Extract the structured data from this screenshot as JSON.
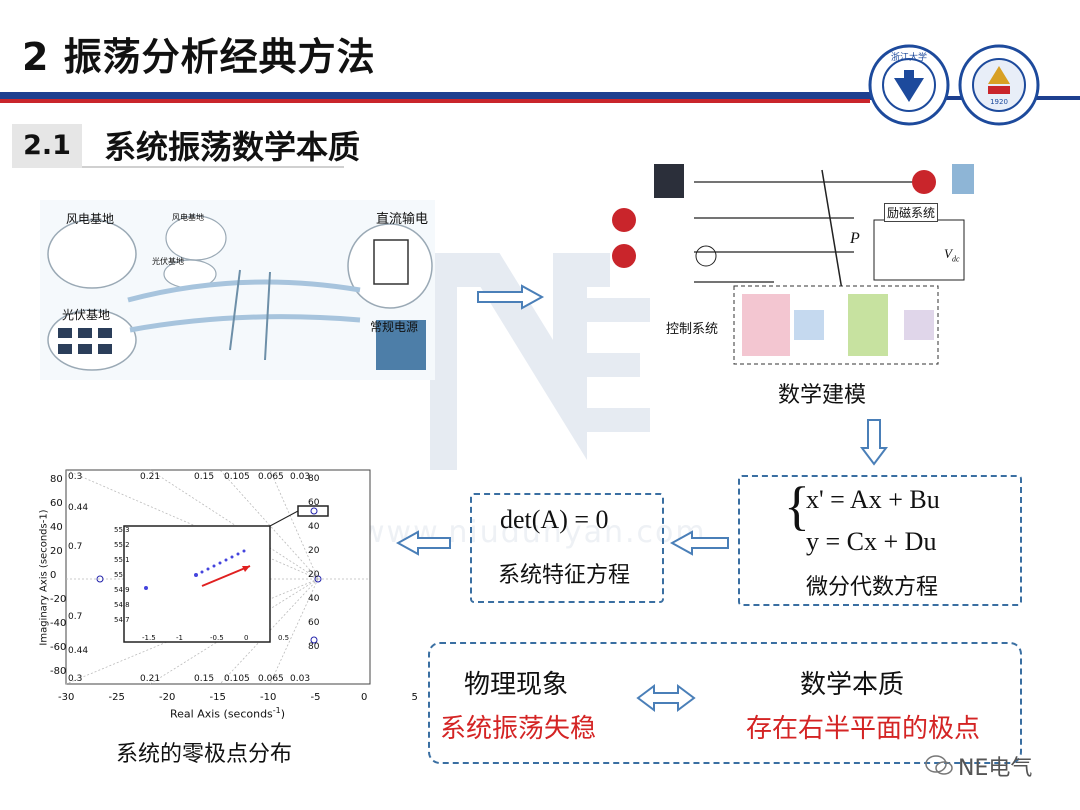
{
  "header": {
    "title": "2  振荡分析经典方法",
    "section_number": "2.1",
    "section_title": "系统振荡数学本质"
  },
  "logos": [
    {
      "name": "zju-logo",
      "color": "#1d4a9c"
    },
    {
      "name": "ee-school-logo",
      "color": "#1d4a9c"
    }
  ],
  "grid_figure": {
    "wind_base": "风电基地",
    "wind_small": "风电基地",
    "pv_small": "光伏基地",
    "pv_base": "光伏基地",
    "hvdc": "直流输电",
    "conventional": "常规电源"
  },
  "model_figure": {
    "excitation": "励磁系统",
    "control": "控制系统",
    "p_label": "P",
    "vdc_label": "V",
    "vdc_sub": "dc",
    "caption": "数学建模"
  },
  "equations": {
    "line1": "x' = Ax + Bu",
    "line2": "y = Cx + Du",
    "caption": "微分代数方程"
  },
  "characteristic": {
    "formula": "det(A) = 0",
    "caption": "系统特征方程"
  },
  "pole_plot": {
    "caption": "系统的零极点分布",
    "xlabel": "Real Axis (seconds",
    "xlabel_sup": "-1",
    "ylabel": "Imaginary Axis (seconds-1)",
    "xticks": [
      "-30",
      "-25",
      "-20",
      "-15",
      "-10",
      "-5",
      "0",
      "5"
    ],
    "yticks": [
      "80",
      "60",
      "40",
      "20",
      "0",
      "-20",
      "-40",
      "-60",
      "-80"
    ],
    "damping_top": [
      "0.3",
      "0.21",
      "0.15",
      "0.105",
      "0.065",
      "0.03"
    ],
    "damping_bottom": [
      "0.3",
      "0.21",
      "0.15",
      "0.105",
      "0.065",
      "0.03"
    ],
    "damping_left": [
      "0.44",
      "0.7",
      "0.7",
      "0.44"
    ],
    "right_labels": [
      "80",
      "60",
      "40",
      "20",
      "20",
      "40",
      "60",
      "80"
    ],
    "inset_yticks": [
      "55.3",
      "55.2",
      "55.1",
      "55",
      "54.9",
      "54.8",
      "54.7"
    ],
    "inset_xticks": [
      "-1.5",
      "-1",
      "-0.5",
      "0",
      "0.5"
    ]
  },
  "bottom": {
    "left_title": "物理现象",
    "left_red": "系统振荡失稳",
    "right_title": "数学本质",
    "right_red": "存在右半平面的极点"
  },
  "watermark": {
    "big": "NE",
    "url": "www.niudunyan.com",
    "brand": "NE电气"
  },
  "colors": {
    "navy": "#1d3f8f",
    "red": "#c9252b",
    "dash": "#3a6fa2",
    "arrow": "#4a7fb8"
  }
}
